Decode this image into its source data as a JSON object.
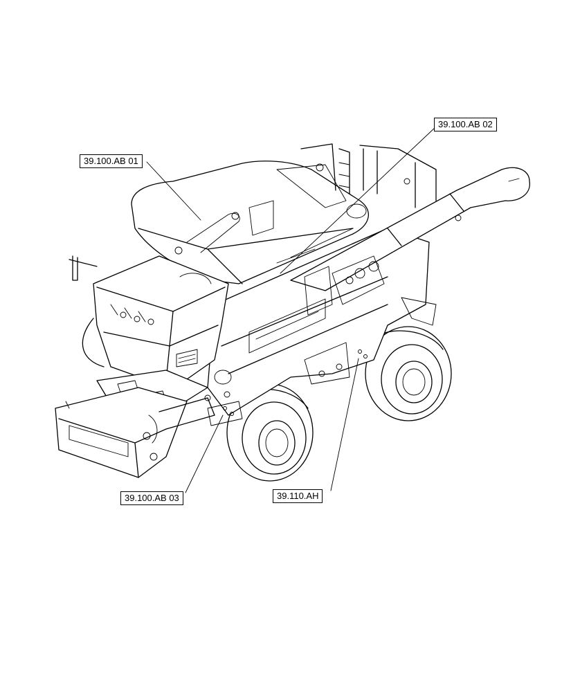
{
  "callouts": [
    {
      "id": "ab01",
      "label": "39.100.AB 01"
    },
    {
      "id": "ab02",
      "label": "39.100.AB 02"
    },
    {
      "id": "ab03",
      "label": "39.100.AB 03"
    },
    {
      "id": "ah",
      "label": "39.110.AH"
    }
  ],
  "colors": {
    "line": "#000000",
    "background": "#ffffff"
  }
}
